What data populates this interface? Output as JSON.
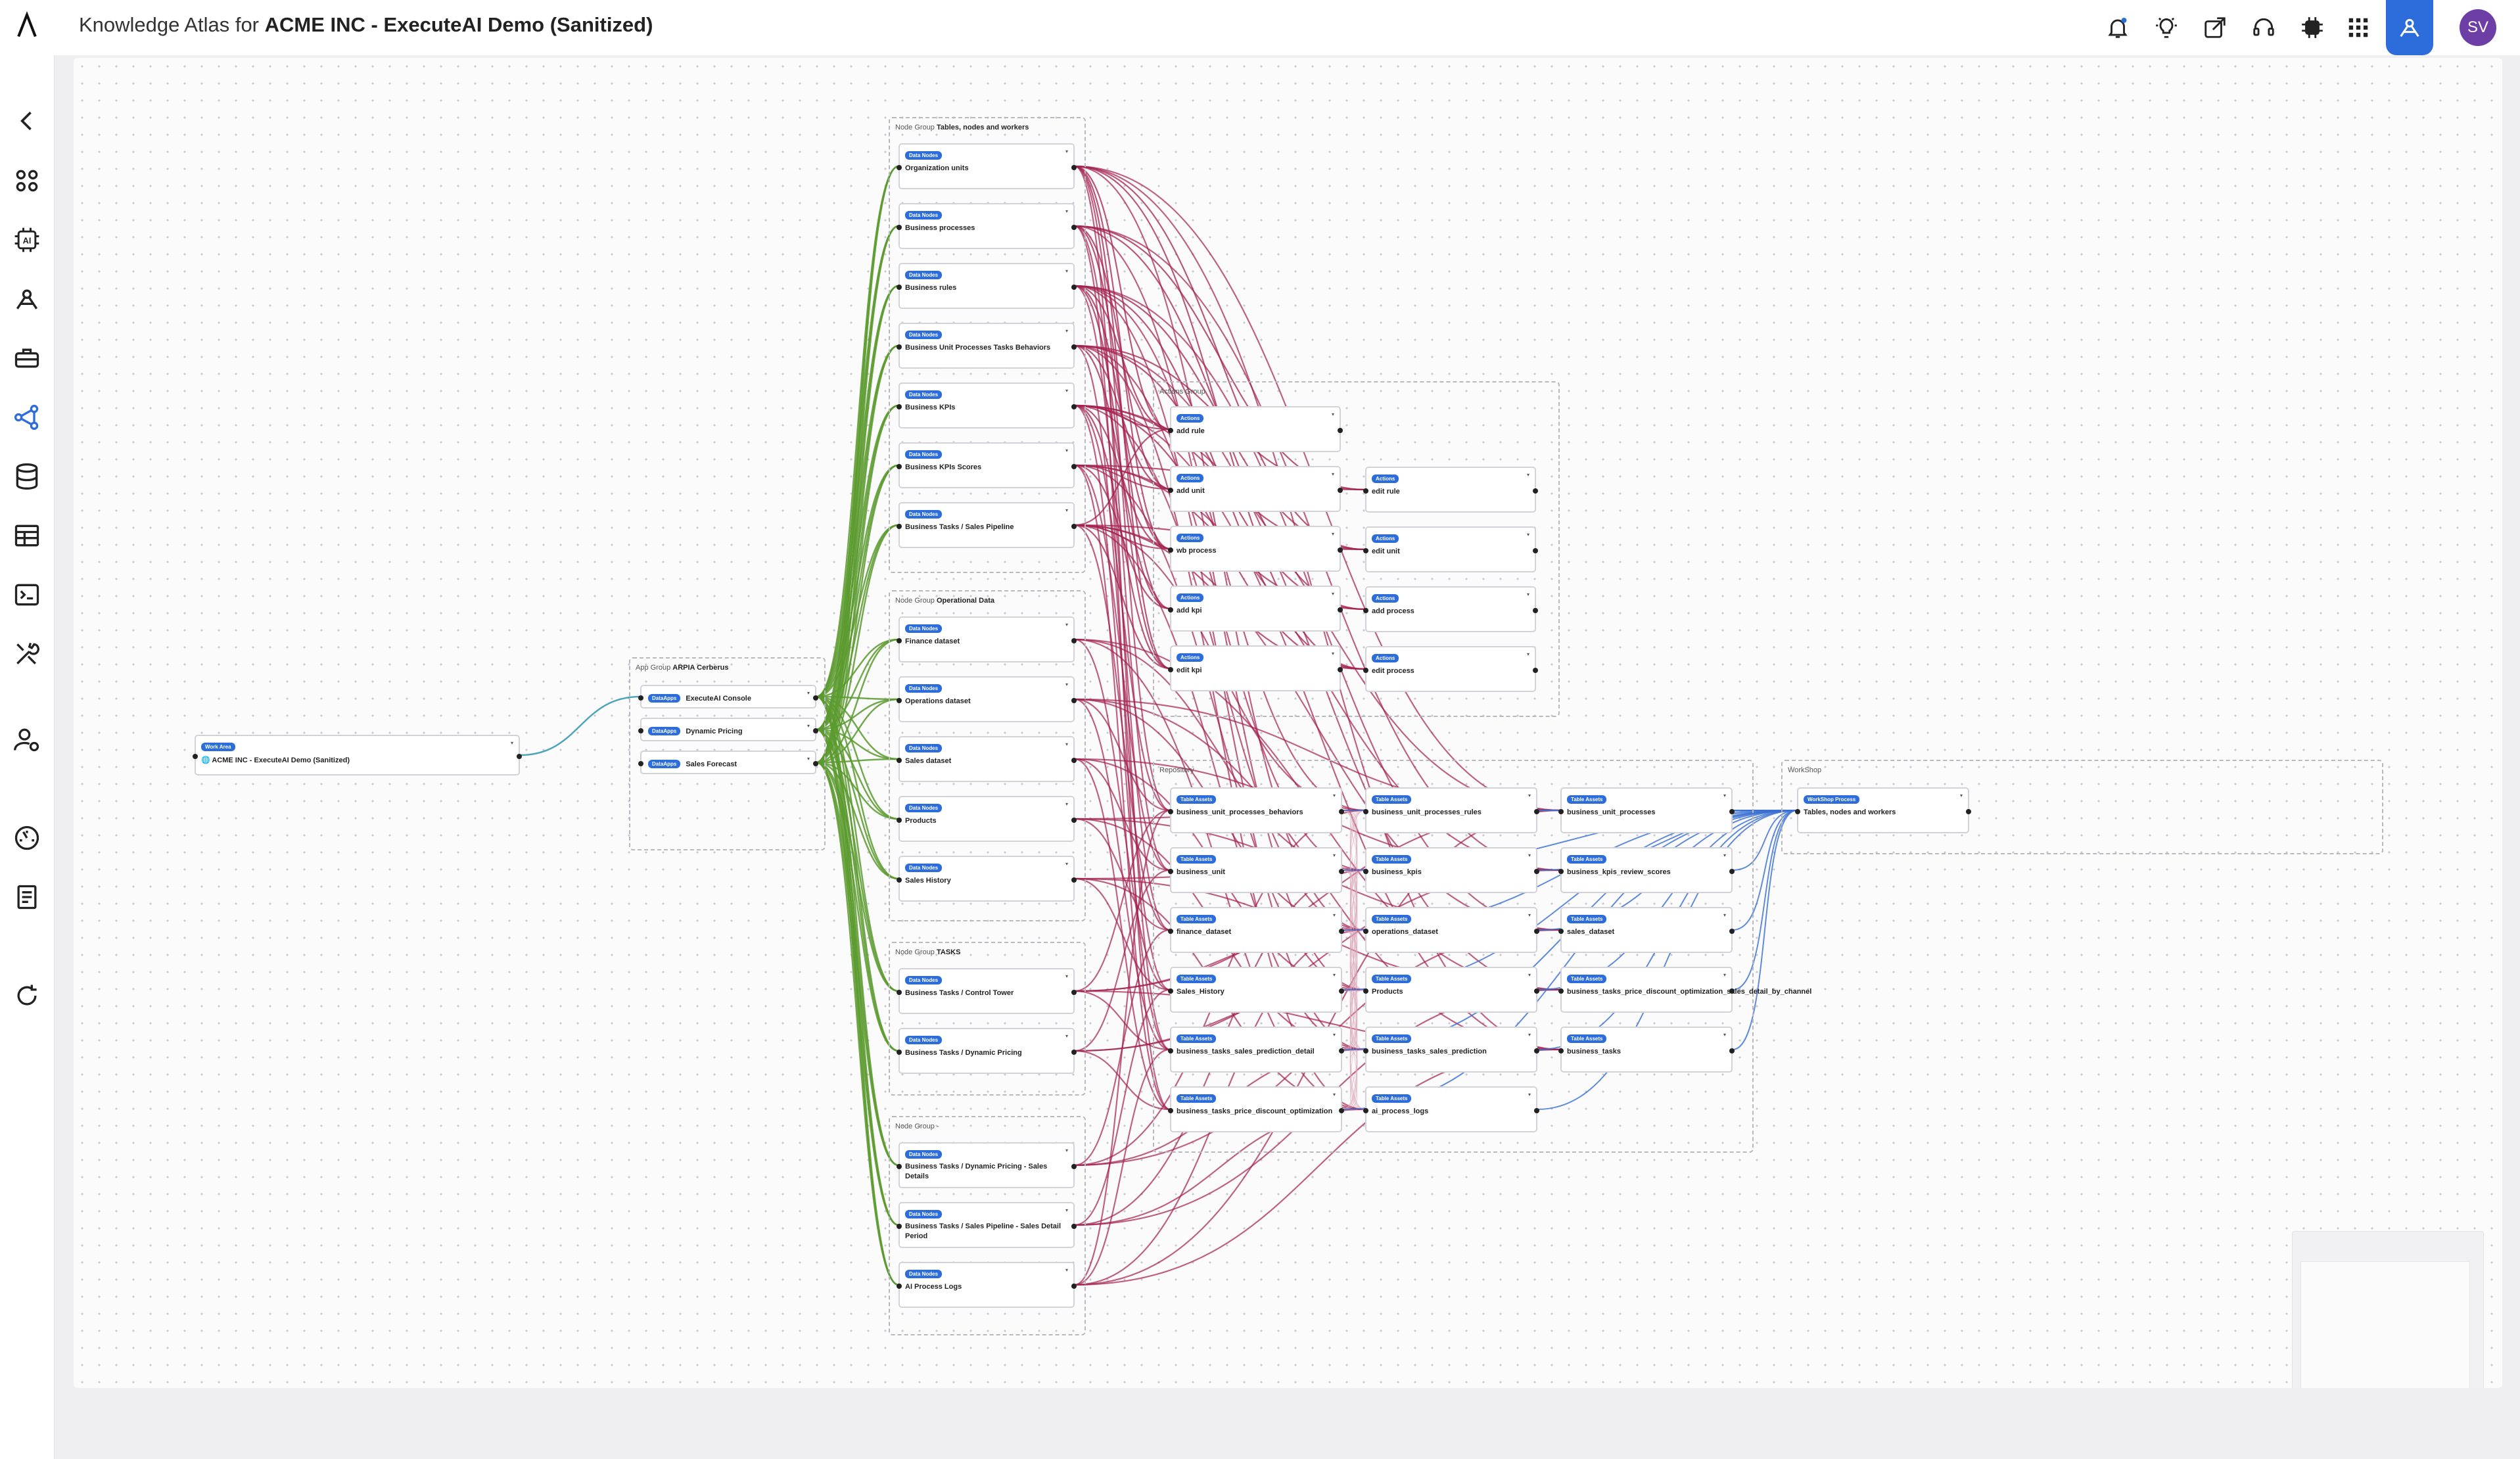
{
  "header": {
    "title_prefix": "Knowledge Atlas for ",
    "title_bold": "ACME INC - ExecuteAI Demo (Sanitized)",
    "avatar_initials": "SV",
    "icons": [
      "bell-icon",
      "lightbulb-icon",
      "share-icon",
      "headset-icon",
      "chip-icon",
      "apps-grid-icon",
      "agent-icon"
    ]
  },
  "sidebar": {
    "icons": [
      "logo-icon",
      "back-icon",
      "dashboard-icon",
      "ai-chip-icon",
      "agent-icon",
      "toolbox-icon",
      "graph-icon",
      "database-icon",
      "table-icon",
      "terminal-icon",
      "tools-icon",
      "user-settings-icon",
      "speedometer-icon",
      "book-icon",
      "refresh-icon"
    ]
  },
  "colors": {
    "accent": "#2c6ddb",
    "green_edge": "#5a9a2e",
    "crimson_edge": "#a3214f",
    "blue_edge": "#3a6fd1",
    "teal_edge": "#3a9bb0"
  },
  "graph": {
    "work_area": {
      "badge": "Work Area",
      "label": "🌐 ACME INC - ExecuteAI Demo (Sanitized)"
    },
    "app_group": {
      "label_prefix": "App Group ",
      "label_bold": "ARPIA Cerberus",
      "apps": [
        {
          "badge": "DataApps",
          "label": "ExecuteAI Console"
        },
        {
          "badge": "DataApps",
          "label": "Dynamic Pricing"
        },
        {
          "badge": "DataApps",
          "label": "Sales Forecast"
        }
      ]
    },
    "node_groups": [
      {
        "label_prefix": "Node Group ",
        "label_bold": "Tables, nodes and workers",
        "nodes": [
          "Organization units",
          "Business processes",
          "Business rules",
          "Business Unit Processes Tasks Behaviors",
          "Business KPIs",
          "Business KPIs Scores",
          "Business Tasks / Sales Pipeline"
        ]
      },
      {
        "label_prefix": "Node Group ",
        "label_bold": "Operational Data",
        "nodes": [
          "Finance dataset",
          "Operations dataset",
          "Sales dataset",
          "Products",
          "Sales History"
        ]
      },
      {
        "label_prefix": "Node Group ",
        "label_bold": "TASKS",
        "nodes": [
          "Business Tasks / Control Tower",
          "Business Tasks / Dynamic Pricing"
        ]
      },
      {
        "label_prefix": "Node Group -",
        "label_bold": "",
        "nodes": [
          "Business Tasks / Dynamic Pricing - Sales Details",
          "Business Tasks / Sales Pipeline - Sales Detail Period",
          "AI Process Logs"
        ]
      }
    ],
    "data_node_badge": "Data Nodes",
    "actions_group": {
      "label": "Actions Group",
      "badge": "Actions",
      "col1": [
        "add rule",
        "add unit",
        "wb process",
        "add kpi",
        "edit kpi"
      ],
      "col2": [
        "edit rule",
        "edit unit",
        "add process",
        "edit process"
      ]
    },
    "repository": {
      "label": "Repository",
      "badge": "Table Assets",
      "col1": [
        "business_unit_processes_behaviors",
        "business_unit",
        "finance_dataset",
        "Sales_History",
        "business_tasks_sales_prediction_detail",
        "business_tasks_price_discount_optimization"
      ],
      "col2": [
        "business_unit_processes_rules",
        "business_kpis",
        "operations_dataset",
        "Products",
        "business_tasks_sales_prediction",
        "ai_process_logs"
      ],
      "col3": [
        "business_unit_processes",
        "business_kpis_review_scores",
        "sales_dataset",
        "business_tasks_price_discount_optimization_sales_detail_by_channel",
        "business_tasks"
      ]
    },
    "workshop": {
      "label": "WorkShop",
      "badge": "WorkShop Process",
      "node": "Tables, nodes and workers"
    }
  }
}
